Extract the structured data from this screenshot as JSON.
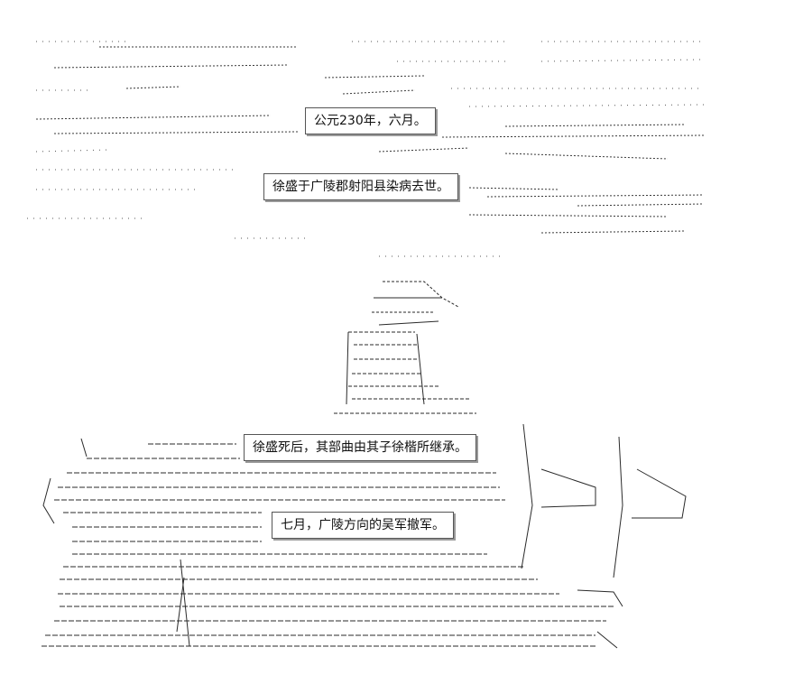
{
  "captions": [
    {
      "text": "公元230年，六月。"
    },
    {
      "text": "徐盛于广陵郡射阳县染病去世。"
    },
    {
      "text": "徐盛死后，其部曲由其子徐楷所继承。"
    },
    {
      "text": "七月，广陵方向的吴军撤军。"
    }
  ],
  "colors": {
    "background": "#ffffff",
    "ink": "#1a1a1a",
    "caption_border": "#555555"
  }
}
